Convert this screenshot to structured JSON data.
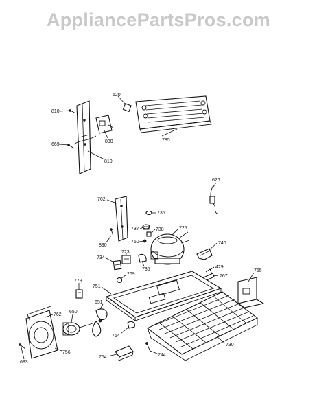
{
  "watermark": "AppliancePartsPros.com",
  "callouts": [
    {
      "id": "620",
      "text": "620"
    },
    {
      "id": "810a",
      "text": "810"
    },
    {
      "id": "785",
      "text": "785"
    },
    {
      "id": "830",
      "text": "830"
    },
    {
      "id": "669",
      "text": "669"
    },
    {
      "id": "810b",
      "text": "810"
    },
    {
      "id": "626",
      "text": "626"
    },
    {
      "id": "762a",
      "text": "762"
    },
    {
      "id": "736",
      "text": "736"
    },
    {
      "id": "737",
      "text": "737"
    },
    {
      "id": "738",
      "text": "738"
    },
    {
      "id": "725",
      "text": "725"
    },
    {
      "id": "890",
      "text": "890"
    },
    {
      "id": "750",
      "text": "750"
    },
    {
      "id": "740",
      "text": "740"
    },
    {
      "id": "723",
      "text": "723"
    },
    {
      "id": "734",
      "text": "734"
    },
    {
      "id": "735",
      "text": "735"
    },
    {
      "id": "429",
      "text": "429"
    },
    {
      "id": "269",
      "text": "269"
    },
    {
      "id": "767",
      "text": "767"
    },
    {
      "id": "755",
      "text": "755"
    },
    {
      "id": "779",
      "text": "779"
    },
    {
      "id": "751",
      "text": "751"
    },
    {
      "id": "651",
      "text": "651"
    },
    {
      "id": "762b",
      "text": "762"
    },
    {
      "id": "650",
      "text": "650"
    },
    {
      "id": "764",
      "text": "764"
    },
    {
      "id": "730",
      "text": "730"
    },
    {
      "id": "683",
      "text": "683"
    },
    {
      "id": "756",
      "text": "756"
    },
    {
      "id": "754",
      "text": "754"
    },
    {
      "id": "744",
      "text": "744"
    }
  ]
}
